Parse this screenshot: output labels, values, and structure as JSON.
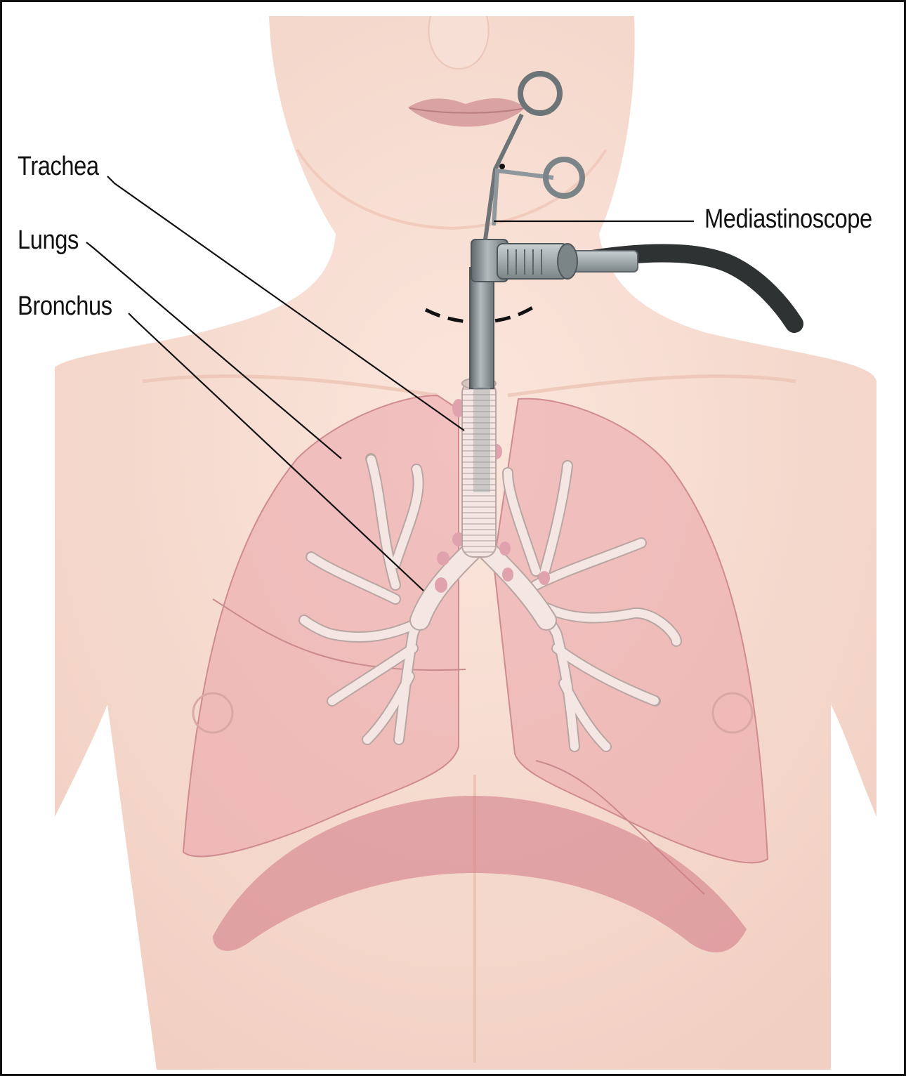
{
  "labels": {
    "trachea": "Trachea",
    "lungs": "Lungs",
    "bronchus": "Bronchus",
    "mediastinoscope": "Mediastinoscope"
  },
  "colors": {
    "skin": "#f6d8cc",
    "lung": "#eaa3a8",
    "diaphragm": "#d37f8a",
    "airway": "#f3e3df",
    "scope_metal": "#8e979b",
    "cable": "#2e3233",
    "leader_line": "#111111",
    "frame": "#111111"
  }
}
